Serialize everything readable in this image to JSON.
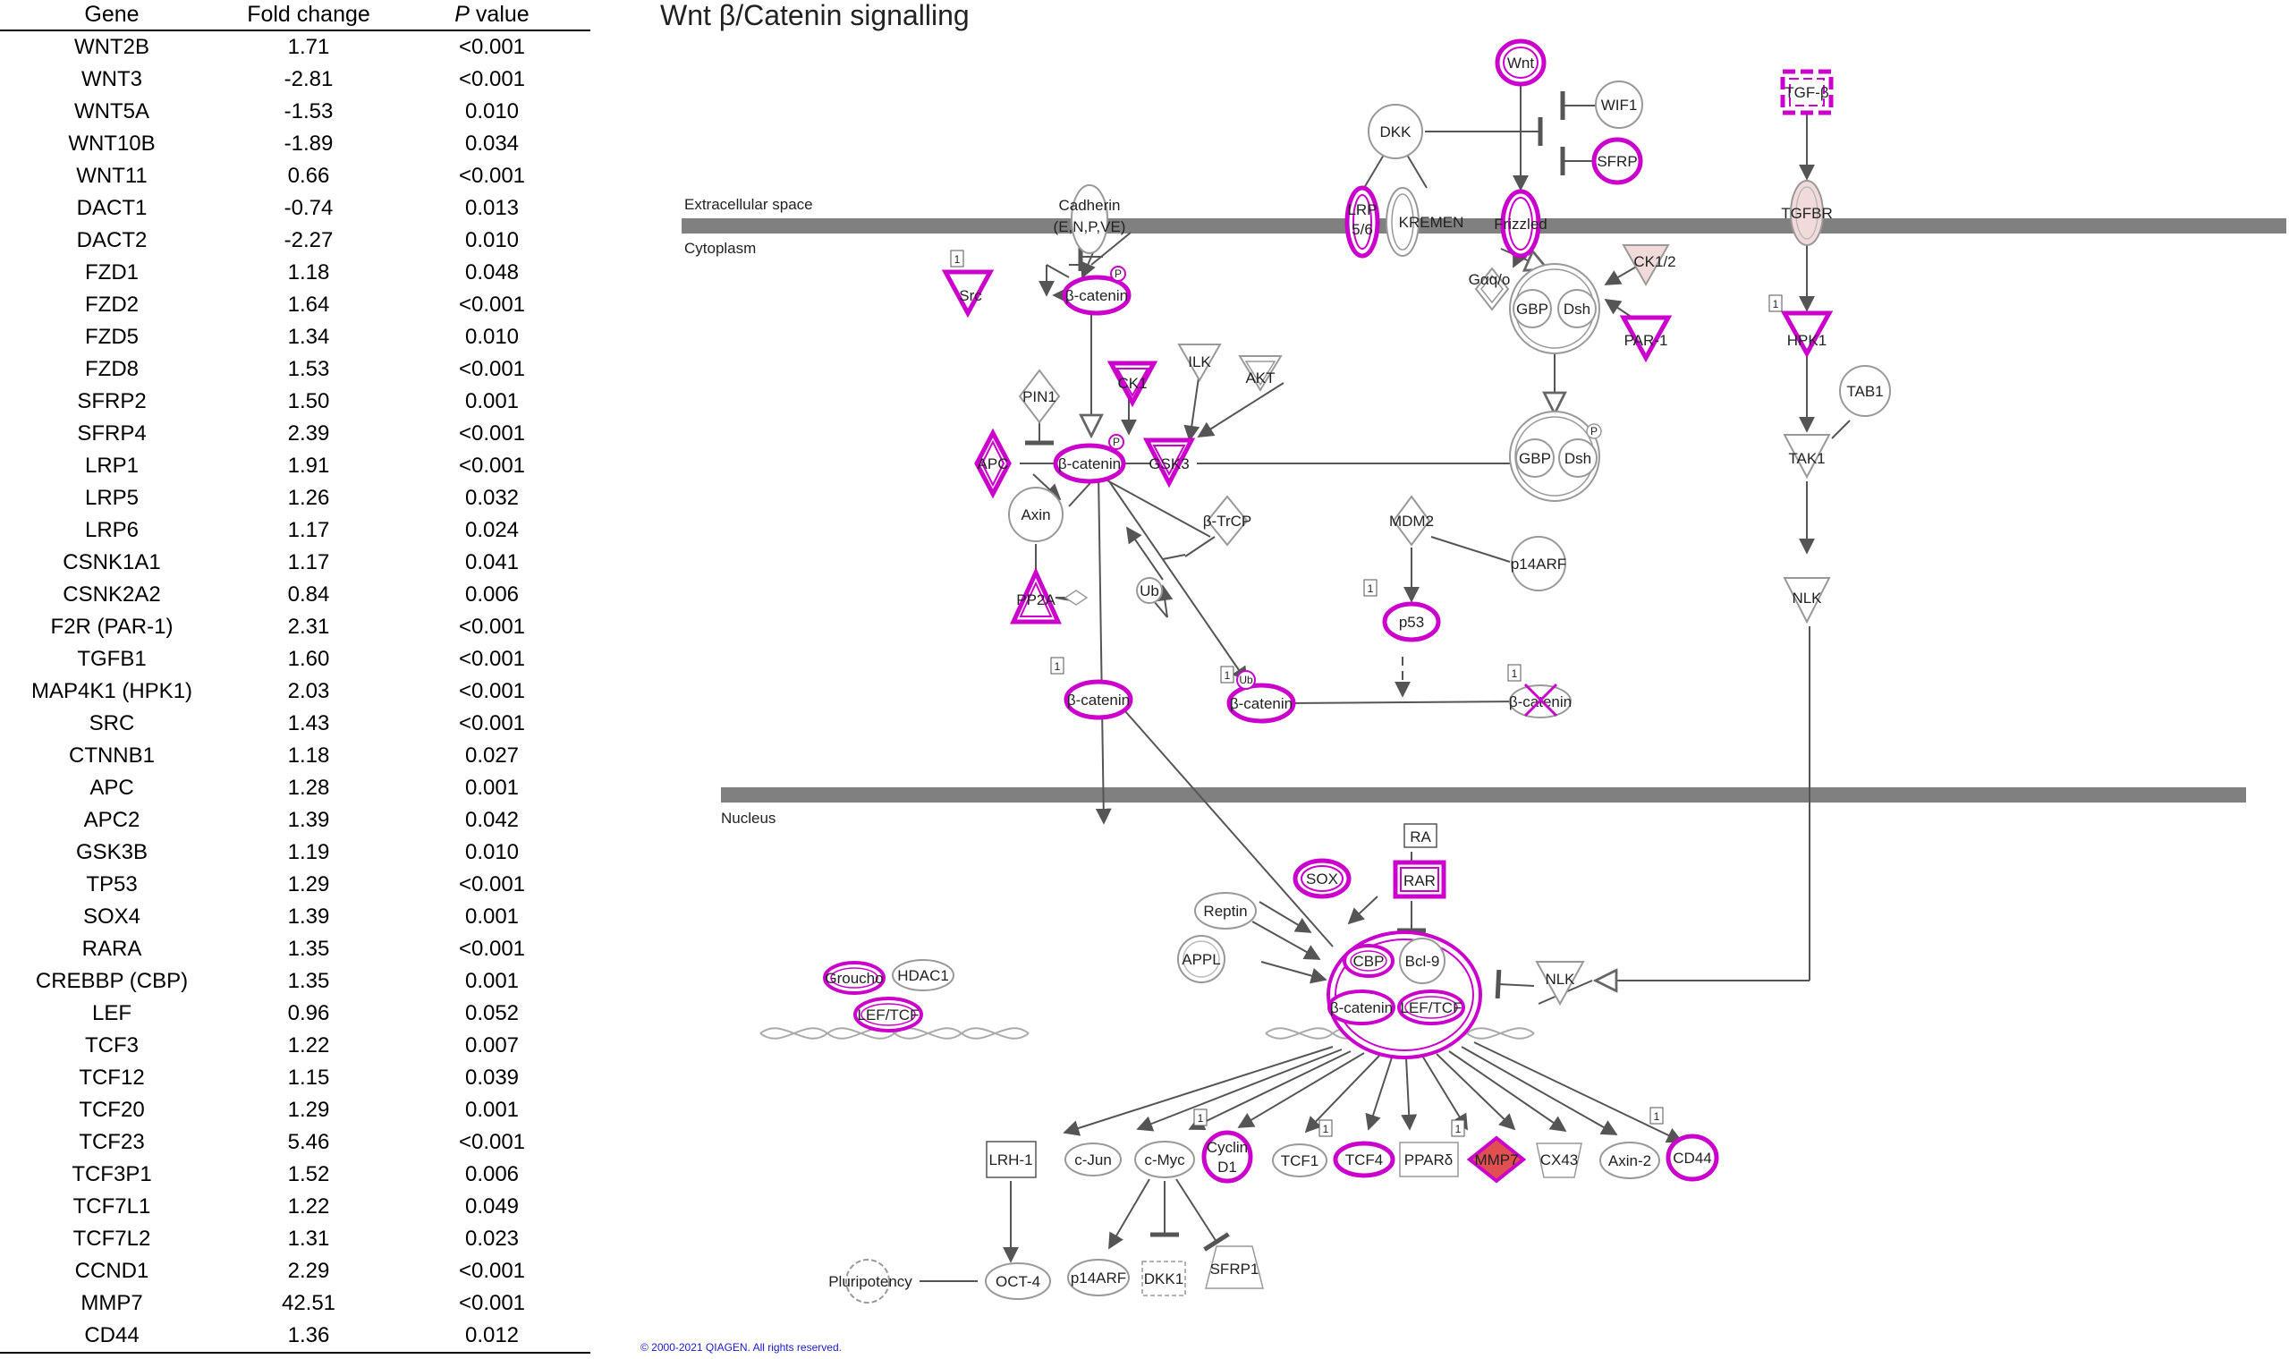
{
  "table": {
    "headers": {
      "gene": "Gene",
      "fold": "Fold change",
      "p_italic": "P",
      "p_rest": " value"
    },
    "rows": [
      {
        "gene": "WNT2B",
        "fold": "1.71",
        "p": "<0.001"
      },
      {
        "gene": "WNT3",
        "fold": "-2.81",
        "p": "<0.001"
      },
      {
        "gene": "WNT5A",
        "fold": "-1.53",
        "p": "0.010"
      },
      {
        "gene": "WNT10B",
        "fold": "-1.89",
        "p": "0.034"
      },
      {
        "gene": "WNT11",
        "fold": "0.66",
        "p": "<0.001"
      },
      {
        "gene": "DACT1",
        "fold": "-0.74",
        "p": "0.013"
      },
      {
        "gene": "DACT2",
        "fold": "-2.27",
        "p": "0.010"
      },
      {
        "gene": "FZD1",
        "fold": "1.18",
        "p": "0.048"
      },
      {
        "gene": "FZD2",
        "fold": "1.64",
        "p": "<0.001"
      },
      {
        "gene": "FZD5",
        "fold": "1.34",
        "p": "0.010"
      },
      {
        "gene": "FZD8",
        "fold": "1.53",
        "p": "<0.001"
      },
      {
        "gene": "SFRP2",
        "fold": "1.50",
        "p": "0.001"
      },
      {
        "gene": "SFRP4",
        "fold": "2.39",
        "p": "<0.001"
      },
      {
        "gene": "LRP1",
        "fold": "1.91",
        "p": "<0.001"
      },
      {
        "gene": "LRP5",
        "fold": "1.26",
        "p": "0.032"
      },
      {
        "gene": "LRP6",
        "fold": "1.17",
        "p": "0.024"
      },
      {
        "gene": "CSNK1A1",
        "fold": "1.17",
        "p": "0.041"
      },
      {
        "gene": "CSNK2A2",
        "fold": "0.84",
        "p": "0.006"
      },
      {
        "gene": "F2R (PAR-1)",
        "fold": "2.31",
        "p": "<0.001"
      },
      {
        "gene": "TGFB1",
        "fold": "1.60",
        "p": "<0.001"
      },
      {
        "gene": "MAP4K1 (HPK1)",
        "fold": "2.03",
        "p": "<0.001"
      },
      {
        "gene": "SRC",
        "fold": "1.43",
        "p": "<0.001"
      },
      {
        "gene": "CTNNB1",
        "fold": "1.18",
        "p": "0.027"
      },
      {
        "gene": "APC",
        "fold": "1.28",
        "p": "0.001"
      },
      {
        "gene": "APC2",
        "fold": "1.39",
        "p": "0.042"
      },
      {
        "gene": "GSK3B",
        "fold": "1.19",
        "p": "0.010"
      },
      {
        "gene": "TP53",
        "fold": "1.29",
        "p": "<0.001"
      },
      {
        "gene": "SOX4",
        "fold": "1.39",
        "p": "0.001"
      },
      {
        "gene": "RARA",
        "fold": "1.35",
        "p": "<0.001"
      },
      {
        "gene": "CREBBP (CBP)",
        "fold": "1.35",
        "p": "0.001"
      },
      {
        "gene": "LEF",
        "fold": "0.96",
        "p": "0.052"
      },
      {
        "gene": "TCF3",
        "fold": "1.22",
        "p": "0.007"
      },
      {
        "gene": "TCF12",
        "fold": "1.15",
        "p": "0.039"
      },
      {
        "gene": "TCF20",
        "fold": "1.29",
        "p": "0.001"
      },
      {
        "gene": "TCF23",
        "fold": "5.46",
        "p": "<0.001"
      },
      {
        "gene": "TCF3P1",
        "fold": "1.52",
        "p": "0.006"
      },
      {
        "gene": "TCF7L1",
        "fold": "1.22",
        "p": "0.049"
      },
      {
        "gene": "TCF7L2",
        "fold": "1.31",
        "p": "0.023"
      },
      {
        "gene": "CCND1",
        "fold": "2.29",
        "p": "<0.001"
      },
      {
        "gene": "MMP7",
        "fold": "42.51",
        "p": "<0.001"
      },
      {
        "gene": "CD44",
        "fold": "1.36",
        "p": "0.012"
      }
    ]
  },
  "diagram": {
    "title": "Wnt β/Catenin signalling",
    "regions": {
      "extracellular": "Extracellular space",
      "cytoplasm": "Cytoplasm",
      "nucleus": "Nucleus"
    },
    "copyright": "© 2000-2021 QIAGEN. All rights reserved.",
    "colors": {
      "highlight": "#cc00cc",
      "membrane": "#808080",
      "line": "#555555",
      "upregulated_fill": "#e05050",
      "light_fill": "#f2dada"
    },
    "nodes": {
      "wnt": "Wnt",
      "wif1": "WIF1",
      "sfrp": "SFRP",
      "dkk": "DKK",
      "lrp": "LRP",
      "lrp_sub": "5/6",
      "kremen": "KREMEN",
      "frizzled": "Frizzled",
      "tgfb": "TGF-β",
      "tgfbr": "TGFBR",
      "cadherin": "Cadherin",
      "cadherin_sub": "(E,N,P,VE)",
      "galpha": "Gαq/o",
      "ck12": "CK1/2",
      "gbp": "GBP",
      "dsh": "Dsh",
      "par1": "PAR-1",
      "hpk1": "HPK1",
      "tab1": "TAB1",
      "tak1": "TAK1",
      "nlk": "NLK",
      "src": "Src",
      "bcatenin": "β-catenin",
      "p": "P",
      "ck1": "CK1",
      "ilk": "ILK",
      "akt": "AKT",
      "pin1": "PIN1",
      "apc": "APC",
      "gsk3": "GSK3",
      "axin": "Axin",
      "btrcp": "β-TrCP",
      "ub": "Ub",
      "pp2a": "PP2A",
      "mdm2": "MDM2",
      "p14arf": "p14ARF",
      "p53": "p53",
      "ra": "RA",
      "rar": "RAR",
      "sox": "SOX",
      "reptin": "Reptin",
      "appl": "APPL",
      "cbp": "CBP",
      "bcl9": "Bcl-9",
      "lef_tcf": "LEF/TCF",
      "groucho": "Groucho",
      "hdac1": "HDAC1",
      "lrh1": "LRH-1",
      "cjun": "c-Jun",
      "cmyc": "c-Myc",
      "cyclin": "Cyclin",
      "cyclin_sub": "D1",
      "tcf1": "TCF1",
      "tcf4": "TCF4",
      "ppard": "PPARδ",
      "mmp7": "MMP7",
      "cx43": "CX43",
      "axin2": "Axin-2",
      "cd44": "CD44",
      "oct4": "OCT-4",
      "pluripotency": "Pluripotency",
      "dkk1": "DKK1",
      "sfrp1": "SFRP1",
      "one": "1"
    }
  }
}
